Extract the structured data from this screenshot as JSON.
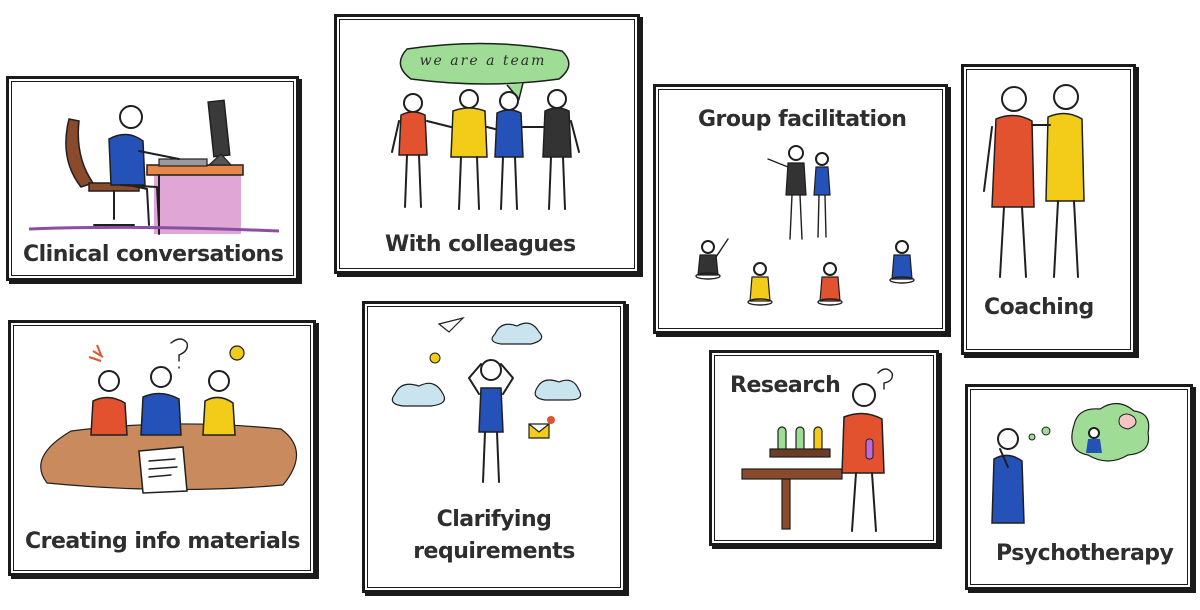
{
  "colors": {
    "red": "#e2522f",
    "yellow": "#f2cc18",
    "blue": "#2552b8",
    "black": "#333333",
    "pink": "#e0a6d6",
    "brown": "#c98b5e",
    "cloud": "#c9e4ef",
    "bubble_green": "#9fdc95",
    "bubble_pink": "#f6c6c6"
  },
  "cards": {
    "clinical": {
      "label": "Clinical conversations"
    },
    "colleagues": {
      "label": "With colleagues",
      "speech": "we are a team"
    },
    "group": {
      "label": "Group facilitation"
    },
    "coaching": {
      "label": "Coaching"
    },
    "info": {
      "label": "Creating info materials"
    },
    "requirements": {
      "label_line1": "Clarifying",
      "label_line2": "requirements"
    },
    "research": {
      "label": "Research"
    },
    "psychotherapy": {
      "label": "Psychotherapy"
    }
  }
}
